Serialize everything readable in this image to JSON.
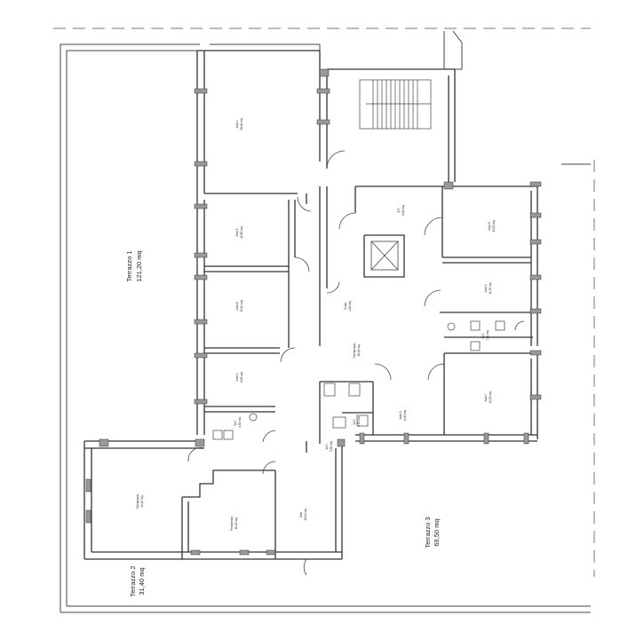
{
  "floorplan": {
    "terraces": [
      {
        "id": "terrazzo-1",
        "name": "Terrazzo 1",
        "area": "121,20 mq"
      },
      {
        "id": "terrazzo-2",
        "name": "Terrazzo 2",
        "area": "31,40 mq"
      },
      {
        "id": "terrazzo-3",
        "name": "Terrazzo 3",
        "area": "69,50 mq"
      }
    ],
    "rooms": [
      {
        "id": "aula-a",
        "name": "Aula 4",
        "area": "38,80 mq"
      },
      {
        "id": "aula-b",
        "name": "Aula 5",
        "area": "13,60 mq"
      },
      {
        "id": "aula-c",
        "name": "Aula 6",
        "area": "15,10 mq"
      },
      {
        "id": "aula-d",
        "name": "Aula 1",
        "area": "8,80 mq"
      },
      {
        "id": "wc-a",
        "name": "W.C.",
        "area": "4,90 mq"
      },
      {
        "id": "disimpegno",
        "name": "Disimpegno",
        "area": "22,10 mq"
      },
      {
        "id": "presidenza",
        "name": "Presidenza",
        "area": "15,20 mq"
      },
      {
        "id": "atrio",
        "name": "Atrio",
        "area": "18,40 mq"
      },
      {
        "id": "wc-b",
        "name": "W.C.",
        "area": "2,50 mq"
      },
      {
        "id": "sp",
        "name": "S.P.",
        "area": "8,00 mq"
      },
      {
        "id": "aula-e",
        "name": "Aula 8",
        "area": "13,50 mq"
      },
      {
        "id": "aula-f",
        "name": "Aula 9",
        "area": "11,70 mq"
      },
      {
        "id": "scala",
        "name": "Scala",
        "area": "4,00 mq"
      },
      {
        "id": "wc-c",
        "name": "W.C.",
        "area": "7,00 mq"
      },
      {
        "id": "disimpegno-2",
        "name": "Disimpegno",
        "area": "30,00 mq"
      },
      {
        "id": "aula-g",
        "name": "Aula 3",
        "area": "6,20 mq"
      },
      {
        "id": "aula-h",
        "name": "Aula 7",
        "area": "14,30 mq"
      },
      {
        "id": "wc-d",
        "name": "W.C.",
        "area": "2,50 mq"
      }
    ]
  }
}
